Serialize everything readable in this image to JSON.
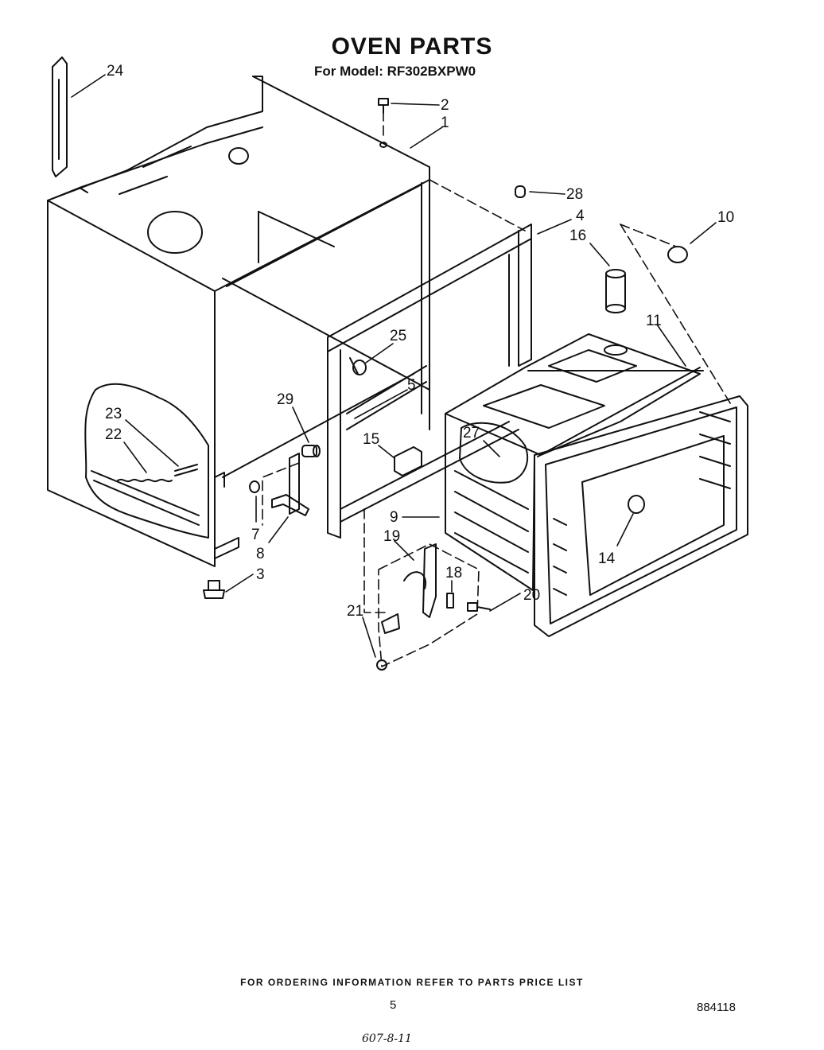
{
  "header": {
    "title": "OVEN PARTS",
    "model_label": "For Model: RF302BXPW0"
  },
  "callouts": [
    {
      "id": "c24",
      "label": "24"
    },
    {
      "id": "c2",
      "label": "2"
    },
    {
      "id": "c1",
      "label": "1"
    },
    {
      "id": "c28",
      "label": "28"
    },
    {
      "id": "c4",
      "label": "4"
    },
    {
      "id": "c10",
      "label": "10"
    },
    {
      "id": "c16",
      "label": "16"
    },
    {
      "id": "c11",
      "label": "11"
    },
    {
      "id": "c25",
      "label": "25"
    },
    {
      "id": "c5",
      "label": "5"
    },
    {
      "id": "c29",
      "label": "29"
    },
    {
      "id": "c15",
      "label": "15"
    },
    {
      "id": "c27",
      "label": "27"
    },
    {
      "id": "c23",
      "label": "23"
    },
    {
      "id": "c22",
      "label": "22"
    },
    {
      "id": "c7",
      "label": "7"
    },
    {
      "id": "c8",
      "label": "8"
    },
    {
      "id": "c9",
      "label": "9"
    },
    {
      "id": "c19",
      "label": "19"
    },
    {
      "id": "c18",
      "label": "18"
    },
    {
      "id": "c14",
      "label": "14"
    },
    {
      "id": "c3",
      "label": "3"
    },
    {
      "id": "c20",
      "label": "20"
    },
    {
      "id": "c21",
      "label": "21"
    }
  ],
  "footer": {
    "ordering_note": "FOR ORDERING INFORMATION REFER TO PARTS PRICE LIST",
    "page_number": "5",
    "document_number": "884118",
    "handwritten_note": "607-8-11"
  },
  "colors": {
    "ink": "#111111",
    "paper": "#ffffff"
  }
}
